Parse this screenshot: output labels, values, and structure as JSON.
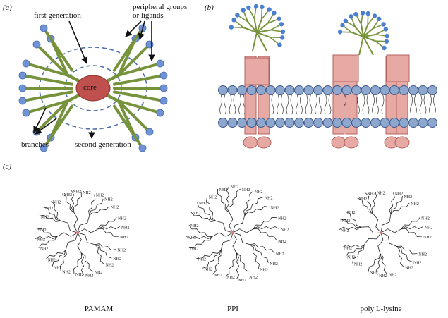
{
  "panel_a": {
    "tag": "(a)",
    "core": "core",
    "first_generation": "first generation",
    "peripheral_line1": "peripheral groups",
    "peripheral_line2": "or ligands",
    "branches": "branches",
    "second_generation": "second generation",
    "colors": {
      "core": "#c0504d",
      "branch": "#76933c",
      "ligand": "#6f93d6",
      "rings": "#4f6fae"
    }
  },
  "panel_b": {
    "tag": "(b)",
    "colors": {
      "protein": "#e6a9a4",
      "protein_edge": "#b4625e",
      "head": "#8ea7cf",
      "head_edge": "#3e5b8c",
      "dendrimer": "#76933c",
      "ligand": "#4a7fd0"
    }
  },
  "panel_c": {
    "tag": "(c)",
    "captions": [
      "PAMAM",
      "PPI",
      "poly L-lysine"
    ]
  }
}
